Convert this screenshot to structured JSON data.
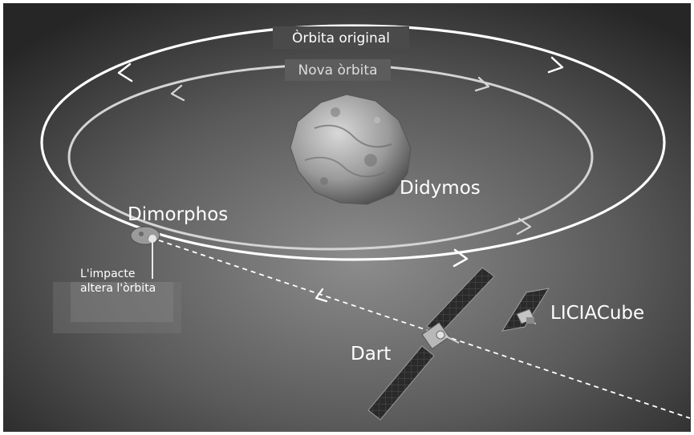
{
  "labels": {
    "original_orbit": "Òrbita original",
    "new_orbit": "Nova òrbita",
    "didymos": "Didymos",
    "dimorphos": "Dimorphos",
    "impact_line1": "L'impacte",
    "impact_line2": "altera l'òrbita",
    "dart": "Dart",
    "liciacube": "LICIACube"
  },
  "colors": {
    "background_light": "#8a8a8a",
    "background_dark": "#2a2a2a",
    "original_orbit": "#ffffff",
    "new_orbit": "#d4d4d4",
    "label_box": "#4a4a4a",
    "text": "#ffffff"
  },
  "icons": {
    "didymos": "asteroid-icon",
    "dimorphos": "moonlet-icon",
    "dart": "spacecraft-icon",
    "liciacube": "cubesat-icon"
  }
}
